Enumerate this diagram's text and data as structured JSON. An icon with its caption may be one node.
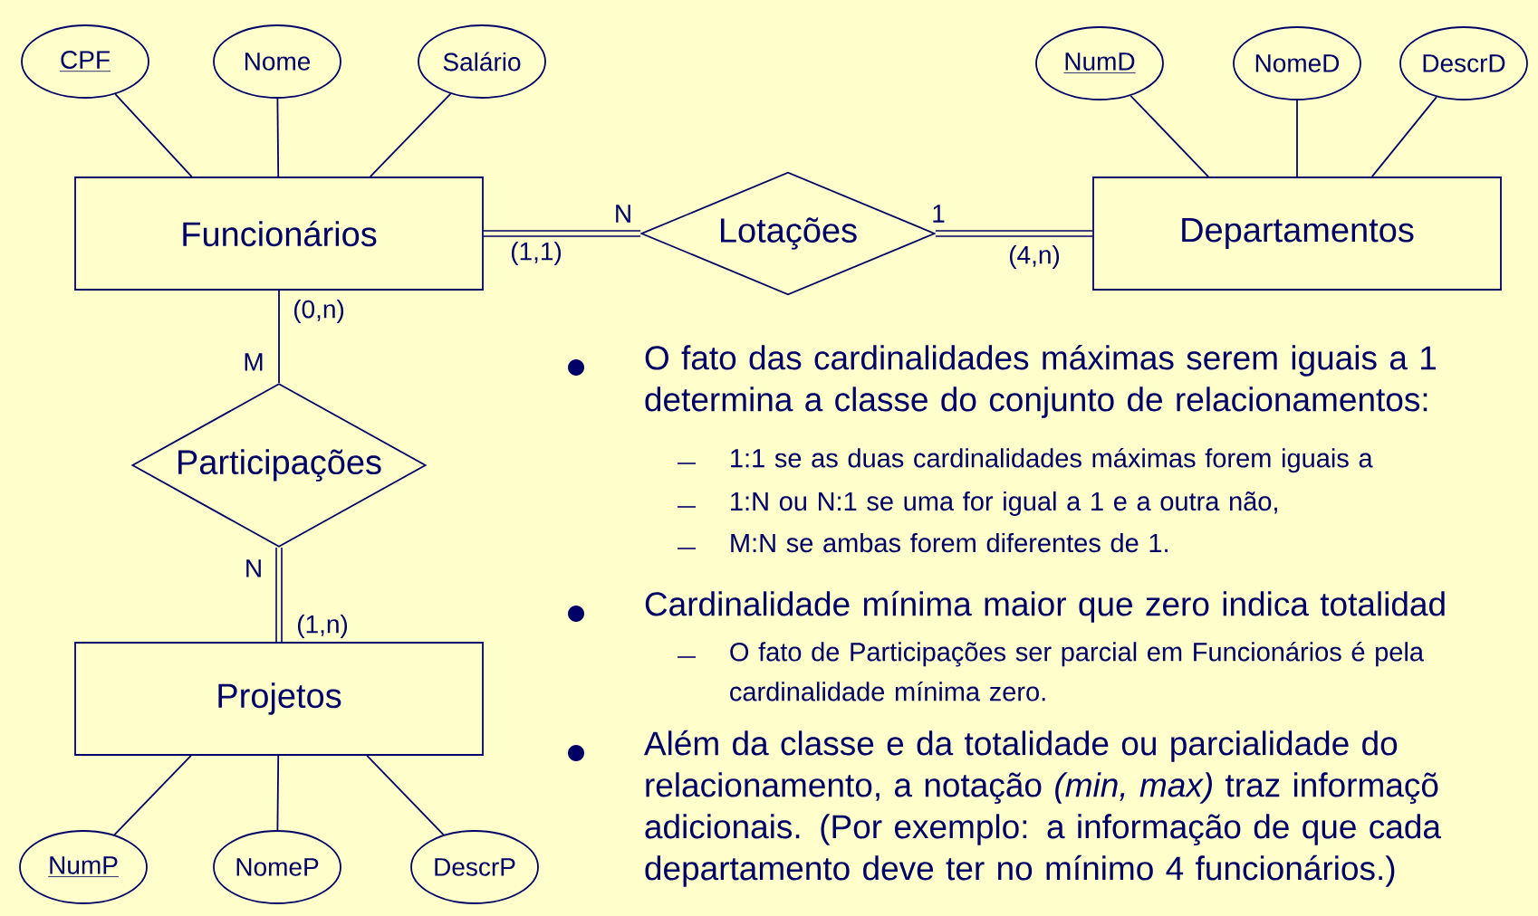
{
  "diagram": {
    "nodes": [
      {
        "text": [
          "Funcionários"
        ]
      },
      {
        "text": [
          "CPF"
        ]
      },
      {
        "text": [
          "Nome"
        ]
      },
      {
        "text": [
          "Salário"
        ]
      },
      {
        "text": [
          "Lotações"
        ]
      },
      {
        "text": [
          "Departamentos"
        ]
      },
      {
        "text": [
          "NumD"
        ]
      },
      {
        "text": [
          "NomeD"
        ]
      },
      {
        "text": [
          "DescrD"
        ]
      },
      {
        "text": [
          "Participações"
        ]
      },
      {
        "text": [
          "Projetos"
        ]
      },
      {
        "text": [
          "NumP"
        ]
      },
      {
        "text": [
          "NomeP"
        ]
      },
      {
        "text": [
          "DescrP"
        ]
      }
    ],
    "edges": [
      {
        "from": 1,
        "to": 0,
        "arrow": "none"
      },
      {
        "from": 2,
        "to": 0,
        "arrow": "none"
      },
      {
        "from": 3,
        "to": 0,
        "arrow": "none"
      },
      {
        "from": 0,
        "to": 4,
        "arrow": "none",
        "style": "thick"
      },
      {
        "from": 4,
        "to": 5,
        "arrow": "none",
        "style": "thick"
      },
      {
        "from": 6,
        "to": 5,
        "arrow": "none"
      },
      {
        "from": 7,
        "to": 5,
        "arrow": "none"
      },
      {
        "from": 8,
        "to": 5,
        "arrow": "none"
      },
      {
        "from": 0,
        "to": 9,
        "arrow": "none"
      },
      {
        "from": 9,
        "to": 10,
        "arrow": "none",
        "style": "thick"
      },
      {
        "from": 11,
        "to": 10,
        "arrow": "none"
      },
      {
        "from": 12,
        "to": 10,
        "arrow": "none"
      },
      {
        "from": 13,
        "to": 10,
        "arrow": "none"
      }
    ],
    "labels": [
      "(1,1)",
      "N",
      "1",
      "(4,n)",
      "(0,n)",
      "M",
      "N",
      "(1,n)",
      "O fato das cardinalidades máximas serem iguais a 1 determina a classe do conjunto de relacionamentos:",
      "1:1 se as duas cardinalidades máximas forem iguais a",
      "1:N ou N:1 se uma for igual a 1 e a outra não,",
      "M:N se ambas forem diferentes de 1.",
      "Cardinalidade mínima maior que zero indica totalidad",
      "O fato de Participações ser parcial em Funcionários é pela cardinalidade mínima zero.",
      "Além da classe e da totalidade ou parcialidade do relacionamento, a notação *(min, max)* traz informaçõ adicionais. (Por exemplo: a informação de que cada departamento deve ter no mínimo 4 funcionários.)"
    ]
  }
}
